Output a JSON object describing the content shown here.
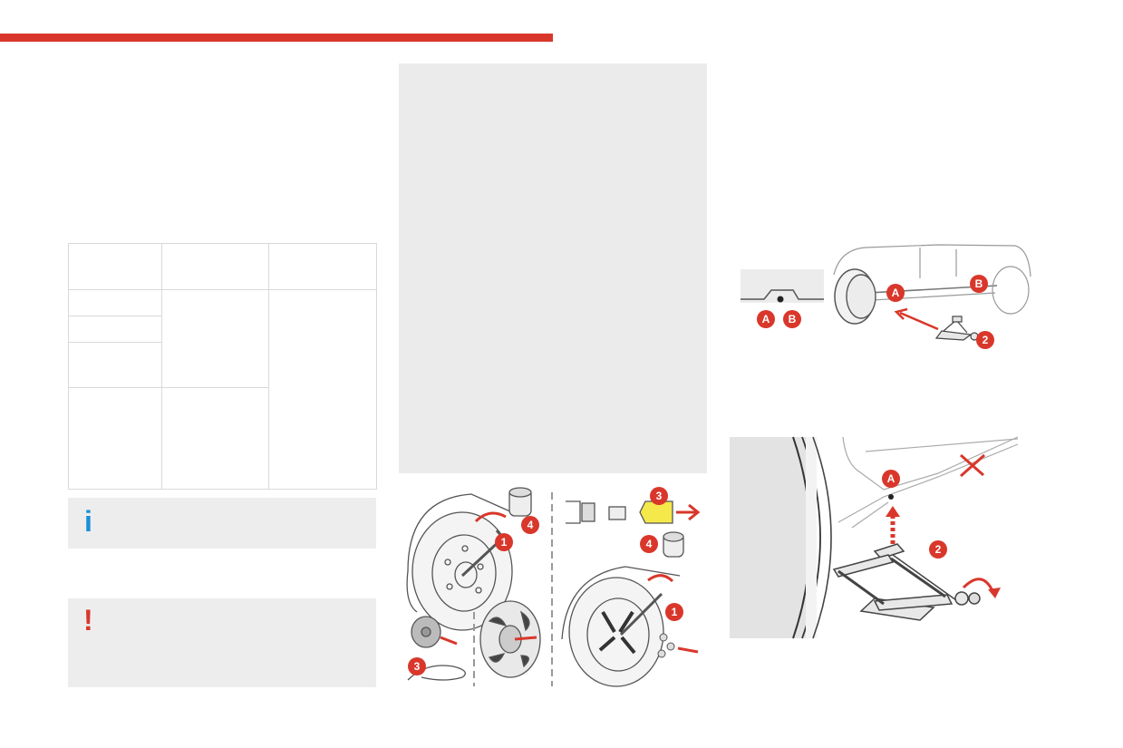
{
  "colors": {
    "accent_red": "#d9372b",
    "info_blue": "#1a8fd6",
    "panel_gray": "#ebebeb",
    "box_gray": "#ededed",
    "highlight_yellow": "#f5e84a"
  },
  "info_box": {
    "icon": "info-icon",
    "glyph": "i"
  },
  "warning_box": {
    "icon": "warning-icon",
    "glyph": "!"
  },
  "jack_points_illustration": {
    "labels": {
      "point_a": "A",
      "point_b": "B",
      "step_2": "2"
    }
  },
  "wheel_removal_illustration": {
    "labels": {
      "step_1": "1",
      "step_3": "3",
      "step_4": "4"
    }
  },
  "jack_positioning_illustration": {
    "labels": {
      "point_a": "A",
      "step_2": "2"
    },
    "wrong_position_mark": "cross-icon"
  }
}
